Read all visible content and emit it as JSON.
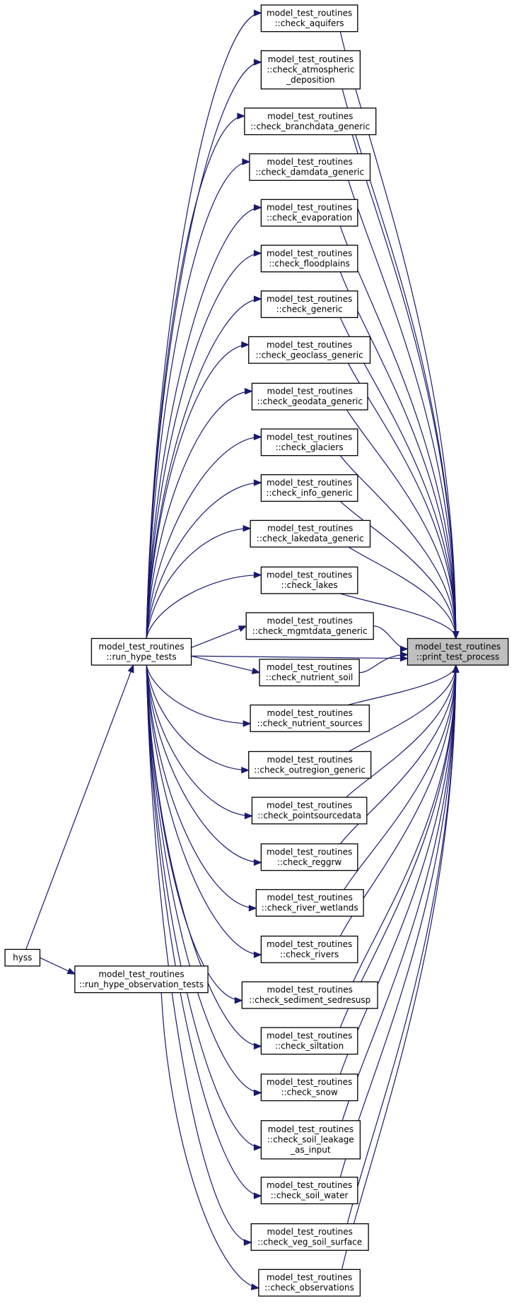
{
  "graph": {
    "nodes": [
      {
        "id": "target",
        "lines": [
          "model_test_routines",
          "::print_test_process"
        ],
        "role": "focus"
      },
      {
        "id": "hyss",
        "lines": [
          "hyss"
        ]
      },
      {
        "id": "run_hype_tests",
        "lines": [
          "model_test_routines",
          "::run_hype_tests"
        ]
      },
      {
        "id": "run_obs",
        "lines": [
          "model_test_routines",
          "::run_hype_observation_tests"
        ]
      },
      {
        "id": "n0",
        "lines": [
          "model_test_routines",
          "::check_aquifers"
        ]
      },
      {
        "id": "n1",
        "lines": [
          "model_test_routines",
          "::check_atmospheric",
          "_deposition"
        ]
      },
      {
        "id": "n2",
        "lines": [
          "model_test_routines",
          "::check_branchdata_generic"
        ]
      },
      {
        "id": "n3",
        "lines": [
          "model_test_routines",
          "::check_damdata_generic"
        ]
      },
      {
        "id": "n4",
        "lines": [
          "model_test_routines",
          "::check_evaporation"
        ]
      },
      {
        "id": "n5",
        "lines": [
          "model_test_routines",
          "::check_floodplains"
        ]
      },
      {
        "id": "n6",
        "lines": [
          "model_test_routines",
          "::check_generic"
        ]
      },
      {
        "id": "n7",
        "lines": [
          "model_test_routines",
          "::check_geoclass_generic"
        ]
      },
      {
        "id": "n8",
        "lines": [
          "model_test_routines",
          "::check_geodata_generic"
        ]
      },
      {
        "id": "n9",
        "lines": [
          "model_test_routines",
          "::check_glaciers"
        ]
      },
      {
        "id": "n10",
        "lines": [
          "model_test_routines",
          "::check_info_generic"
        ]
      },
      {
        "id": "n11",
        "lines": [
          "model_test_routines",
          "::check_lakedata_generic"
        ]
      },
      {
        "id": "n12",
        "lines": [
          "model_test_routines",
          "::check_lakes"
        ]
      },
      {
        "id": "n13",
        "lines": [
          "model_test_routines",
          "::check_mgmtdata_generic"
        ]
      },
      {
        "id": "n14",
        "lines": [
          "model_test_routines",
          "::check_nutrient_soil"
        ]
      },
      {
        "id": "n15",
        "lines": [
          "model_test_routines",
          "::check_nutrient_sources"
        ]
      },
      {
        "id": "n16",
        "lines": [
          "model_test_routines",
          "::check_outregion_generic"
        ]
      },
      {
        "id": "n17",
        "lines": [
          "model_test_routines",
          "::check_pointsourcedata"
        ]
      },
      {
        "id": "n18",
        "lines": [
          "model_test_routines",
          "::check_reggrw"
        ]
      },
      {
        "id": "n19",
        "lines": [
          "model_test_routines",
          "::check_river_wetlands"
        ]
      },
      {
        "id": "n20",
        "lines": [
          "model_test_routines",
          "::check_rivers"
        ]
      },
      {
        "id": "n21",
        "lines": [
          "model_test_routines",
          "::check_sediment_sedresusp"
        ]
      },
      {
        "id": "n22",
        "lines": [
          "model_test_routines",
          "::check_siltation"
        ]
      },
      {
        "id": "n23",
        "lines": [
          "model_test_routines",
          "::check_snow"
        ]
      },
      {
        "id": "n24",
        "lines": [
          "model_test_routines",
          "::check_soil_leakage",
          "_as_input"
        ]
      },
      {
        "id": "n25",
        "lines": [
          "model_test_routines",
          "::check_soil_water"
        ]
      },
      {
        "id": "n26",
        "lines": [
          "model_test_routines",
          "::check_veg_soil_surface"
        ]
      },
      {
        "id": "n27",
        "lines": [
          "model_test_routines",
          "::check_observations"
        ]
      }
    ],
    "edges": [
      {
        "from": "hyss",
        "to": "run_hype_tests"
      },
      {
        "from": "hyss",
        "to": "run_obs"
      },
      {
        "from": "run_hype_tests",
        "to": "target"
      },
      {
        "from": "run_hype_tests",
        "to": "n0"
      },
      {
        "from": "run_hype_tests",
        "to": "n1"
      },
      {
        "from": "run_hype_tests",
        "to": "n2"
      },
      {
        "from": "run_hype_tests",
        "to": "n3"
      },
      {
        "from": "run_hype_tests",
        "to": "n4"
      },
      {
        "from": "run_hype_tests",
        "to": "n5"
      },
      {
        "from": "run_hype_tests",
        "to": "n6"
      },
      {
        "from": "run_hype_tests",
        "to": "n7"
      },
      {
        "from": "run_hype_tests",
        "to": "n8"
      },
      {
        "from": "run_hype_tests",
        "to": "n9"
      },
      {
        "from": "run_hype_tests",
        "to": "n10"
      },
      {
        "from": "run_hype_tests",
        "to": "n11"
      },
      {
        "from": "run_hype_tests",
        "to": "n12"
      },
      {
        "from": "run_hype_tests",
        "to": "n13"
      },
      {
        "from": "run_hype_tests",
        "to": "n14"
      },
      {
        "from": "run_hype_tests",
        "to": "n15"
      },
      {
        "from": "run_hype_tests",
        "to": "n16"
      },
      {
        "from": "run_hype_tests",
        "to": "n17"
      },
      {
        "from": "run_hype_tests",
        "to": "n18"
      },
      {
        "from": "run_hype_tests",
        "to": "n19"
      },
      {
        "from": "run_hype_tests",
        "to": "n20"
      },
      {
        "from": "run_hype_tests",
        "to": "n21"
      },
      {
        "from": "run_hype_tests",
        "to": "n22"
      },
      {
        "from": "run_hype_tests",
        "to": "n23"
      },
      {
        "from": "run_hype_tests",
        "to": "n24"
      },
      {
        "from": "run_hype_tests",
        "to": "n25"
      },
      {
        "from": "run_hype_tests",
        "to": "n26"
      },
      {
        "from": "run_obs",
        "to": "n27"
      },
      {
        "from": "n0",
        "to": "target"
      },
      {
        "from": "n1",
        "to": "target"
      },
      {
        "from": "n2",
        "to": "target"
      },
      {
        "from": "n3",
        "to": "target"
      },
      {
        "from": "n4",
        "to": "target"
      },
      {
        "from": "n5",
        "to": "target"
      },
      {
        "from": "n6",
        "to": "target"
      },
      {
        "from": "n7",
        "to": "target"
      },
      {
        "from": "n8",
        "to": "target"
      },
      {
        "from": "n9",
        "to": "target"
      },
      {
        "from": "n10",
        "to": "target"
      },
      {
        "from": "n11",
        "to": "target"
      },
      {
        "from": "n12",
        "to": "target"
      },
      {
        "from": "n13",
        "to": "target"
      },
      {
        "from": "n14",
        "to": "target"
      },
      {
        "from": "n15",
        "to": "target"
      },
      {
        "from": "n16",
        "to": "target"
      },
      {
        "from": "n17",
        "to": "target"
      },
      {
        "from": "n18",
        "to": "target"
      },
      {
        "from": "n19",
        "to": "target"
      },
      {
        "from": "n20",
        "to": "target"
      },
      {
        "from": "n21",
        "to": "target"
      },
      {
        "from": "n22",
        "to": "target"
      },
      {
        "from": "n23",
        "to": "target"
      },
      {
        "from": "n24",
        "to": "target"
      },
      {
        "from": "n25",
        "to": "target"
      },
      {
        "from": "n26",
        "to": "target"
      },
      {
        "from": "n27",
        "to": "target"
      }
    ]
  }
}
